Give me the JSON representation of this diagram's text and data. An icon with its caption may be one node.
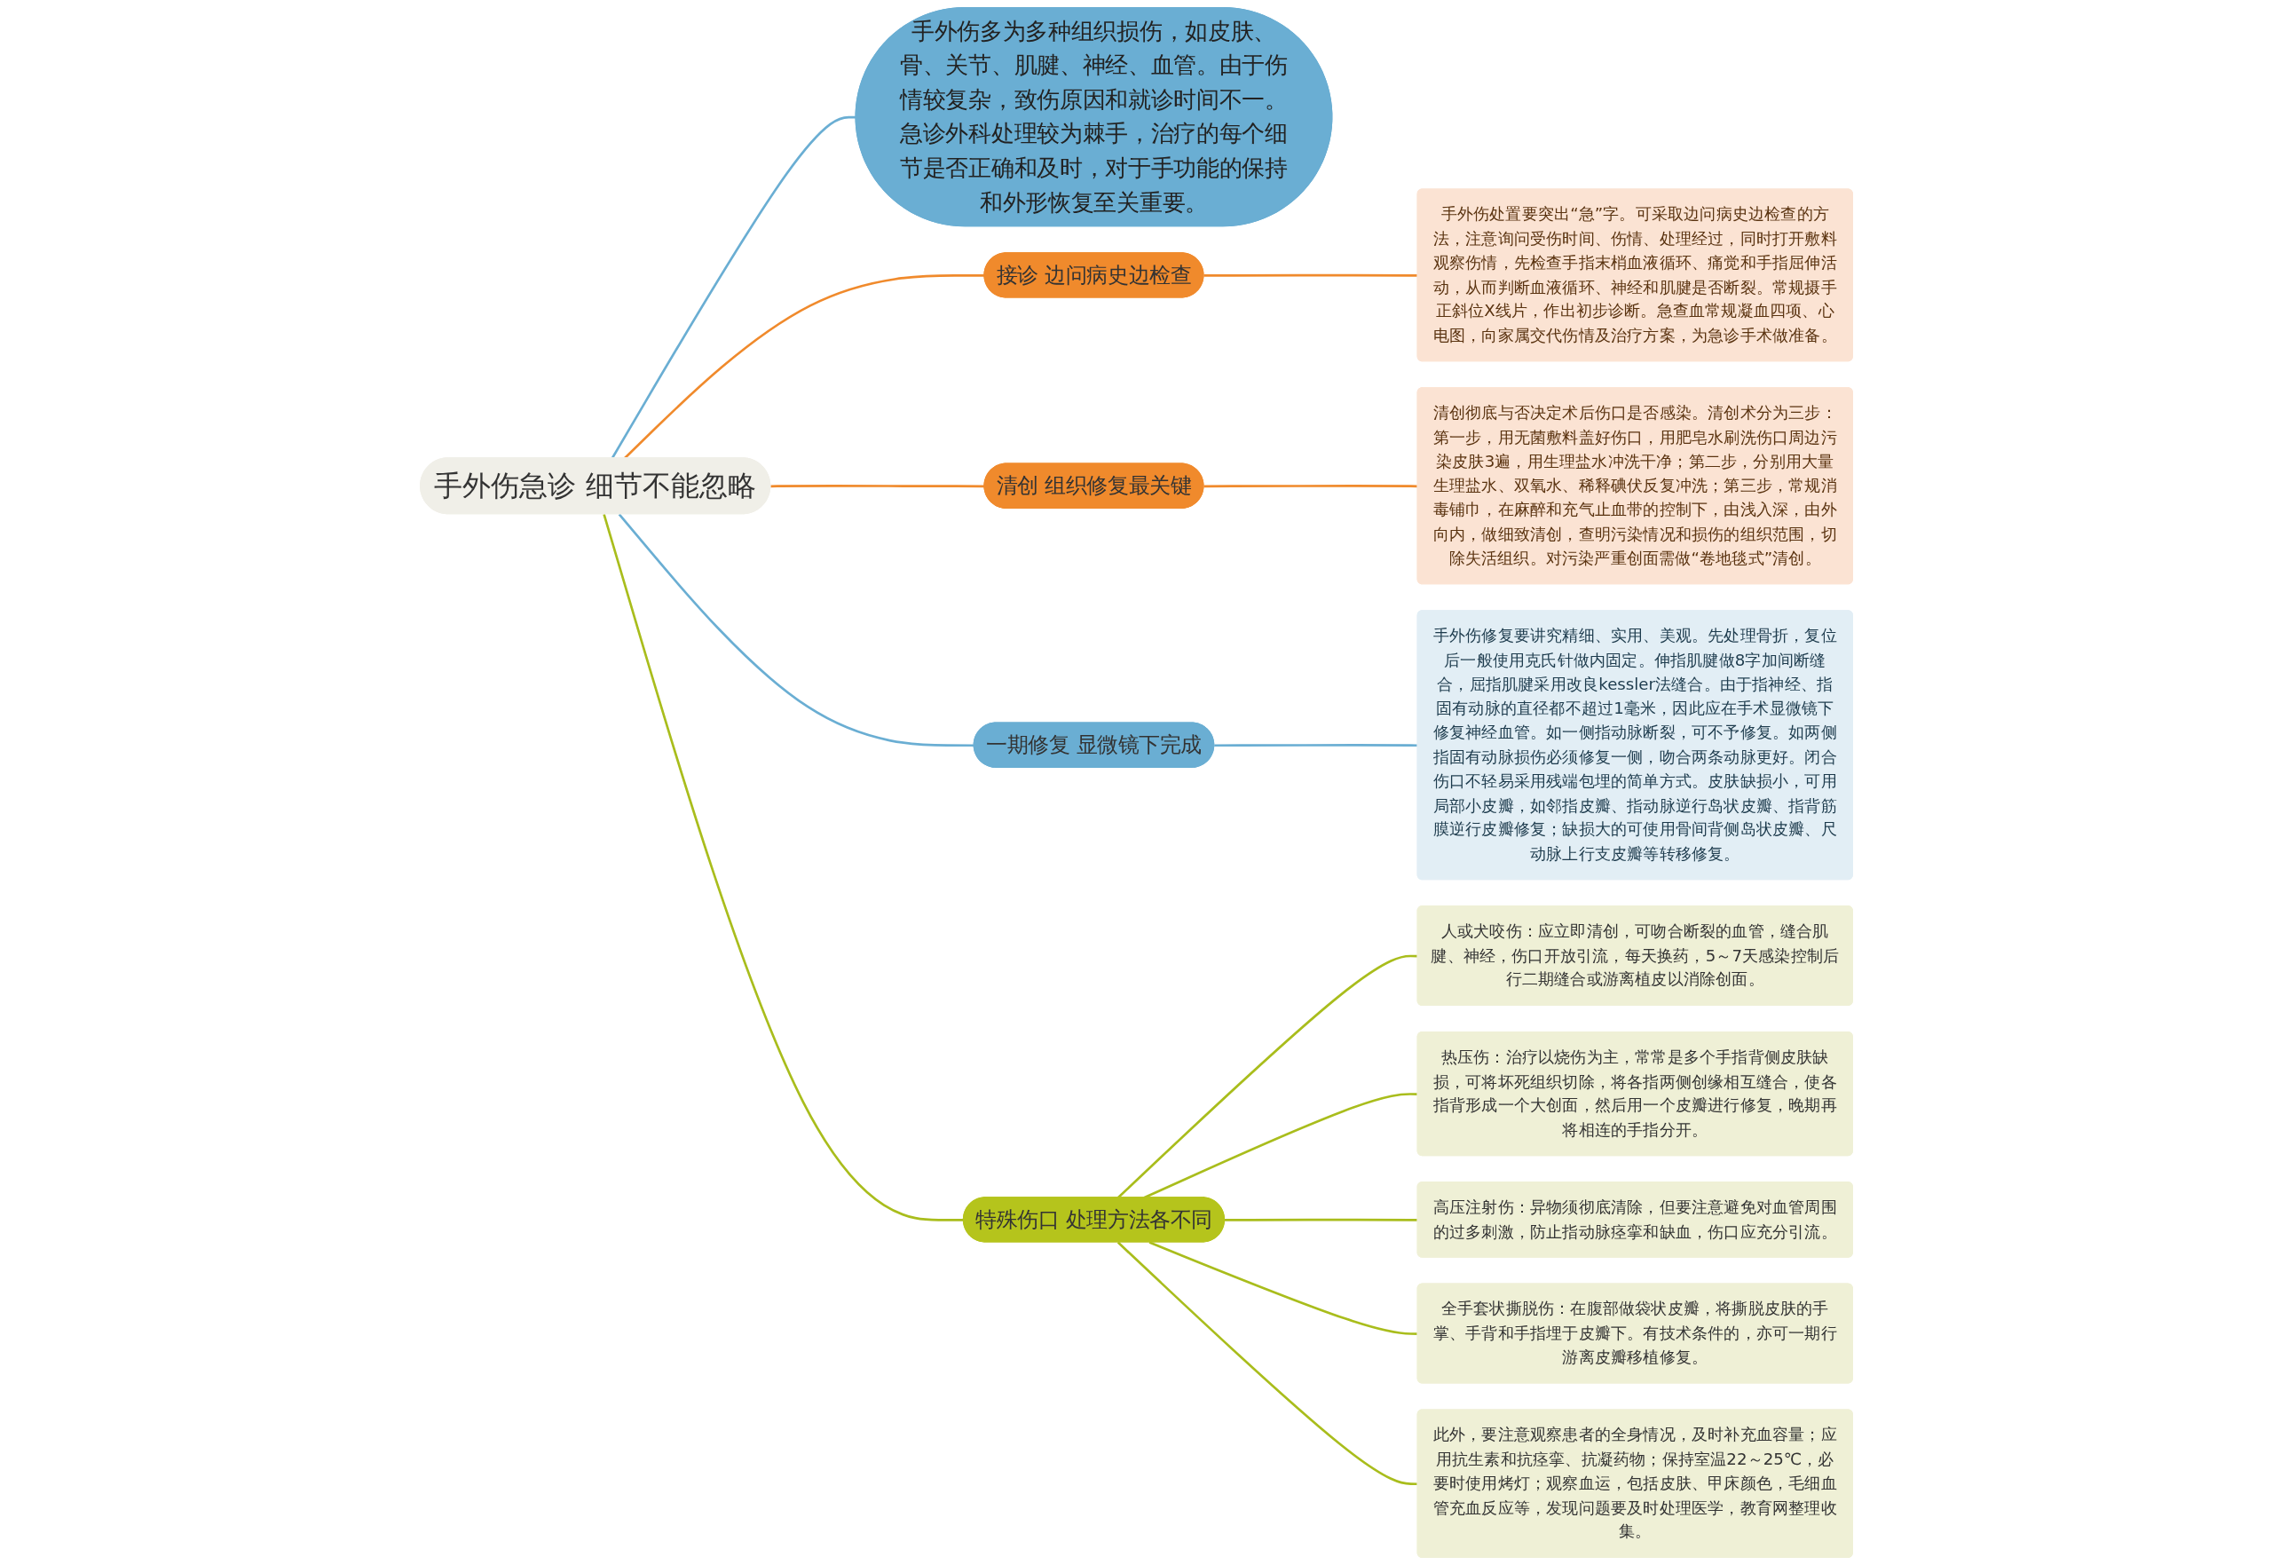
{
  "diagram": {
    "nodes": [
      {
        "text": [
          "手外伤急诊 细节不能忽略"
        ]
      },
      {
        "text": [
          "手外伤多为多种组织损伤，如皮肤、骨、关节、肌腱、神经、血管。由于伤情较复杂，致伤原因和就诊时间不一。急诊外科处理较为棘手，治疗的每个细节是否正确和及时，对于手功能的保持和外形恢复至关重要。"
        ]
      },
      {
        "text": [
          "接诊 边问病史边检查"
        ]
      },
      {
        "text": [
          "手外伤处置要突出“急”字。可采取边问病史边检查的方法，注意询问受伤时间、伤情、处理经过，同时打开敷料观察伤情，先检查手指末梢血液循环、痛觉和手指屈伸活动，从而判断血液循环、神经和肌腱是否断裂。常规摄手正斜位X线片，作出初步诊断。急查血常规凝血四项、心电图，向家属交代伤情及治疗方案，为急诊手术做准备。"
        ]
      },
      {
        "text": [
          "清创 组织修复最关键"
        ]
      },
      {
        "text": [
          "清创彻底与否决定术后伤口是否感染。清创术分为三步：第一步，用无菌敷料盖好伤口，用肥皂水刷洗伤口周边污染皮肤3遍，用生理盐水冲洗干净；第二步，分别用大量生理盐水、双氧水、稀释碘伏反复冲洗；第三步，常规消毒铺巾，在麻醉和充气止血带的控制下，由浅入深，由外向内，做细致清创，查明污染情况和损伤的组织范围，切除失活组织。对污染严重创面需做“卷地毯式”清创。"
        ]
      },
      {
        "text": [
          "一期修复 显微镜下完成"
        ]
      },
      {
        "text": [
          "手外伤修复要讲究精细、实用、美观。先处理骨折，复位后一般使用克氏针做内固定。伸指肌腱做8字加间断缝合，屈指肌腱采用改良kessler法缝合。由于指神经、指固有动脉的直径都不超过1毫米，因此应在手术显微镜下修复神经血管。如一侧指动脉断裂，可不予修复。如两侧指固有动脉损伤必须修复一侧，吻合两条动脉更好。闭合伤口不轻易采用残端包埋的简单方式。皮肤缺损小，可用局部小皮瓣，如邻指皮瓣、指动脉逆行岛状皮瓣、指背筋膜逆行皮瓣修复；缺损大的可使用骨间背侧岛状皮瓣、尺动脉上行支皮瓣等转移修复。"
        ]
      },
      {
        "text": [
          "特殊伤口 处理方法各不同"
        ]
      },
      {
        "text": [
          "人或犬咬伤：应立即清创，可吻合断裂的血管，缝合肌腱、神经，伤口开放引流，每天换药，5～7天感染控制后行二期缝合或游离植皮以消除创面。"
        ]
      },
      {
        "text": [
          "热压伤：治疗以烧伤为主，常常是多个手指背侧皮肤缺损，可将坏死组织切除，将各指两侧创缘相互缝合，使各指背形成一个大创面，然后用一个皮瓣进行修复，晚期再将相连的手指分开。"
        ]
      },
      {
        "text": [
          "高压注射伤：异物须彻底清除，但要注意避免对血管周围的过多刺激，防止指动脉痉挛和缺血，伤口应充分引流。"
        ]
      },
      {
        "text": [
          "全手套状撕脱伤：在腹部做袋状皮瓣，将撕脱皮肤的手掌、手背和手指埋于皮瓣下。有技术条件的，亦可一期行游离皮瓣移植修复。"
        ]
      },
      {
        "text": [
          "此外，要注意观察患者的全身情况，及时补充血容量；应用抗生素和抗痉挛、抗凝药物；保持室温22～25℃，必要时使用烤灯；观察血运，包括皮肤、甲床颜色，毛细血管充血反应等，发现问题要及时处理医学，教育网整理收集。"
        ]
      }
    ],
    "edges": [
      {
        "from": 0,
        "to": 1,
        "arrow": "none",
        "color": "#6aaed3"
      },
      {
        "from": 0,
        "to": 2,
        "arrow": "none",
        "color": "#f08a2c"
      },
      {
        "from": 2,
        "to": 3,
        "arrow": "none",
        "color": "#f08a2c"
      },
      {
        "from": 0,
        "to": 4,
        "arrow": "none",
        "color": "#f08a2c"
      },
      {
        "from": 4,
        "to": 5,
        "arrow": "none",
        "color": "#f08a2c"
      },
      {
        "from": 0,
        "to": 6,
        "arrow": "none",
        "color": "#6aaed3"
      },
      {
        "from": 6,
        "to": 7,
        "arrow": "none",
        "color": "#6aaed3"
      },
      {
        "from": 0,
        "to": 8,
        "arrow": "none",
        "color": "#a9bd1c"
      },
      {
        "from": 8,
        "to": 9,
        "arrow": "none",
        "color": "#a9bd1c"
      },
      {
        "from": 8,
        "to": 10,
        "arrow": "none",
        "color": "#a9bd1c"
      },
      {
        "from": 8,
        "to": 11,
        "arrow": "none",
        "color": "#a9bd1c"
      },
      {
        "from": 8,
        "to": 12,
        "arrow": "none",
        "color": "#a9bd1c"
      },
      {
        "from": 8,
        "to": 13,
        "arrow": "none",
        "color": "#a9bd1c"
      }
    ]
  }
}
